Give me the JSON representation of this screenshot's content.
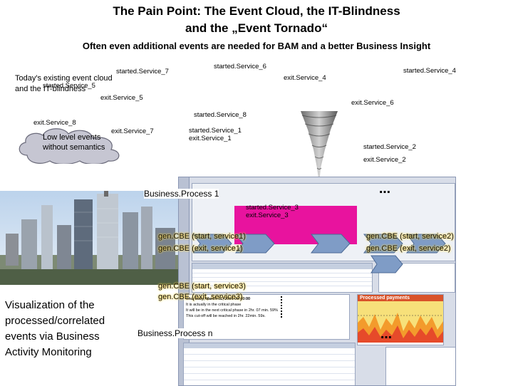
{
  "title_line1": "The Pain Point: The Event Cloud, the IT-Blindness",
  "title_line2": "and the „Event Tornado“",
  "subtitle": "Often even additional events are needed for BAM and a better Business Insight",
  "cloud_caption": "Today's existing event cloud",
  "cloud_caption2": "and the IT-blindness",
  "events": {
    "e1": "started.Service_7",
    "e2": "started.Service_6",
    "e3": "started.Service_4",
    "e4": "exit.Service_4",
    "e5": "started.Service_5",
    "e6": "exit.Service_5",
    "e7": "exit.Service_6",
    "e8": "started.Service_8",
    "e9": "exit.Service_8",
    "e10": "exit.Service_7",
    "e11": "started.Service_1",
    "e12": "exit.Service_1",
    "e13": "started.Service_2",
    "e14": "exit.Service_2",
    "e15": "started.Service_3",
    "e16": "exit.Service_3"
  },
  "cloud_label_line1": "Low level events",
  "cloud_label_line2": "without semantics",
  "business_process_1": "Business.Process 1",
  "business_process_n": "Business.Process n",
  "ellipsis": "…",
  "gen": {
    "g1": "gen.CBE (start, service1)",
    "g2": "gen.CBE (exit, service1)",
    "g3": "gen.CBE (start, service2)",
    "g4": "gen.CBE (exit, service2)",
    "g5": "gen.CBE (start, service3)",
    "g6": "gen.CBE (exit, service3)"
  },
  "viz_lines": [
    "Visualization of the",
    "processed/correlated",
    "events via Business",
    "Activity Monitoring"
  ],
  "dashboard": {
    "processed_payments": "Processed payments",
    "date": "Thursday, March 02, 2006 09:40:00",
    "note1": "It is actually in the critical phase",
    "note2": "It will be in the next critical phase in 2hr. 07 min. 59%",
    "note3": "This cut-off will be reached in 2hr. 22min. 59s."
  },
  "colors": {
    "tornado": "#8c8c8c",
    "cloud": "#c6c6d2",
    "magenta": "#e8139e",
    "glow": "#ffd84a"
  }
}
